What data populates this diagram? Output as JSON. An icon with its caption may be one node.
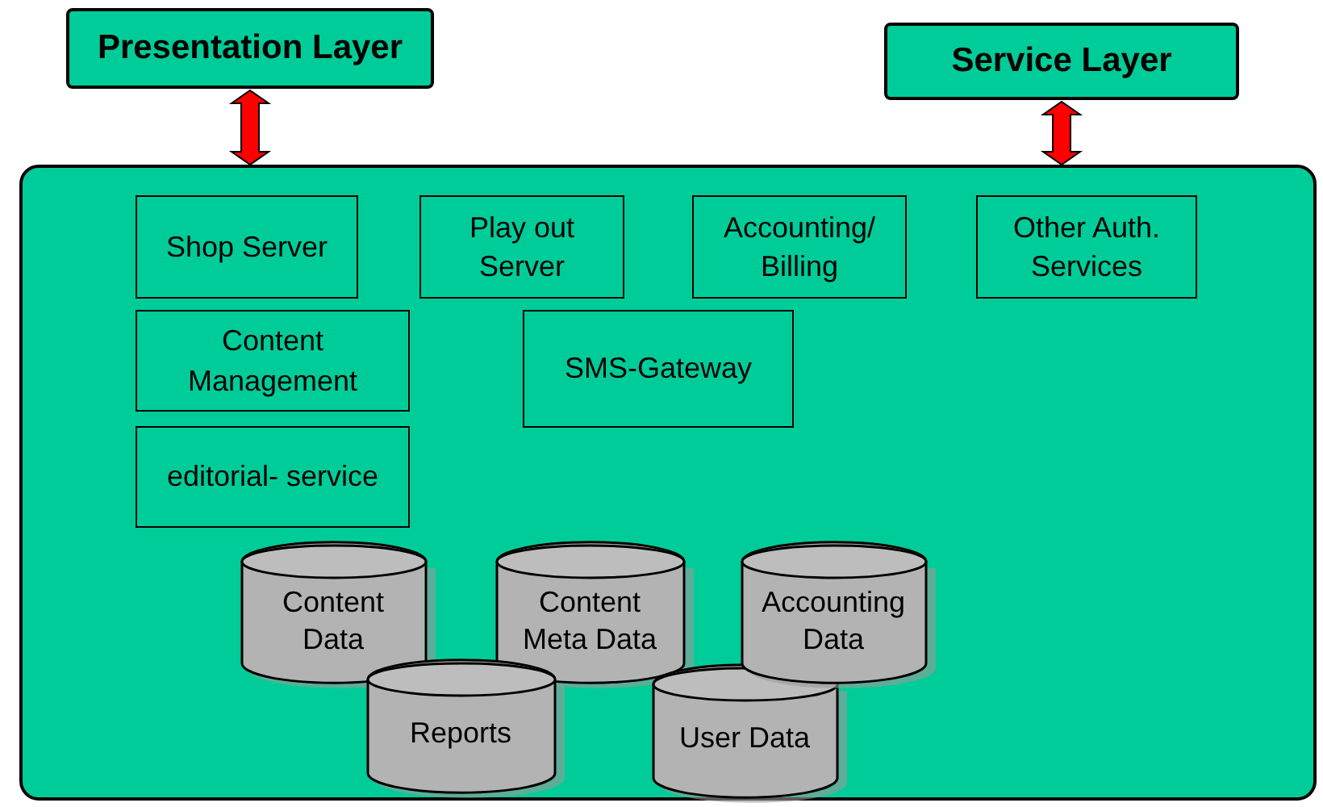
{
  "diagram": {
    "nodes": [
      {
        "text": [
          "Presentation Layer"
        ]
      },
      {
        "text": [
          "Service Layer"
        ]
      },
      {
        "text": [],
        "shape": "box"
      },
      {
        "text": [
          "Shop Server"
        ],
        "in": 2
      },
      {
        "text": [
          "Play out Server"
        ],
        "in": 2
      },
      {
        "text": [
          "Accounting/ Billing"
        ],
        "in": 2
      },
      {
        "text": [
          "Other Auth. Services"
        ],
        "in": 2
      },
      {
        "text": [
          "Content Management"
        ],
        "in": 2
      },
      {
        "text": [
          "SMS-Gateway"
        ],
        "in": 2
      },
      {
        "text": [
          "editorial- service"
        ],
        "in": 2
      },
      {
        "text": [
          "Content Data"
        ],
        "in": 2
      },
      {
        "text": [
          "Content Meta Data"
        ],
        "in": 2
      },
      {
        "text": [
          "Accounting Data"
        ],
        "in": 2
      },
      {
        "text": [
          "Reports"
        ],
        "in": 2
      },
      {
        "text": [
          "User Data"
        ],
        "in": 2
      }
    ],
    "edges": [
      {
        "from": 0,
        "to": 2,
        "arrow": "both",
        "style": "thick",
        "color": "#ff0000"
      },
      {
        "from": 1,
        "to": 2,
        "arrow": "both",
        "style": "thick",
        "color": "#ff0000"
      }
    ]
  }
}
